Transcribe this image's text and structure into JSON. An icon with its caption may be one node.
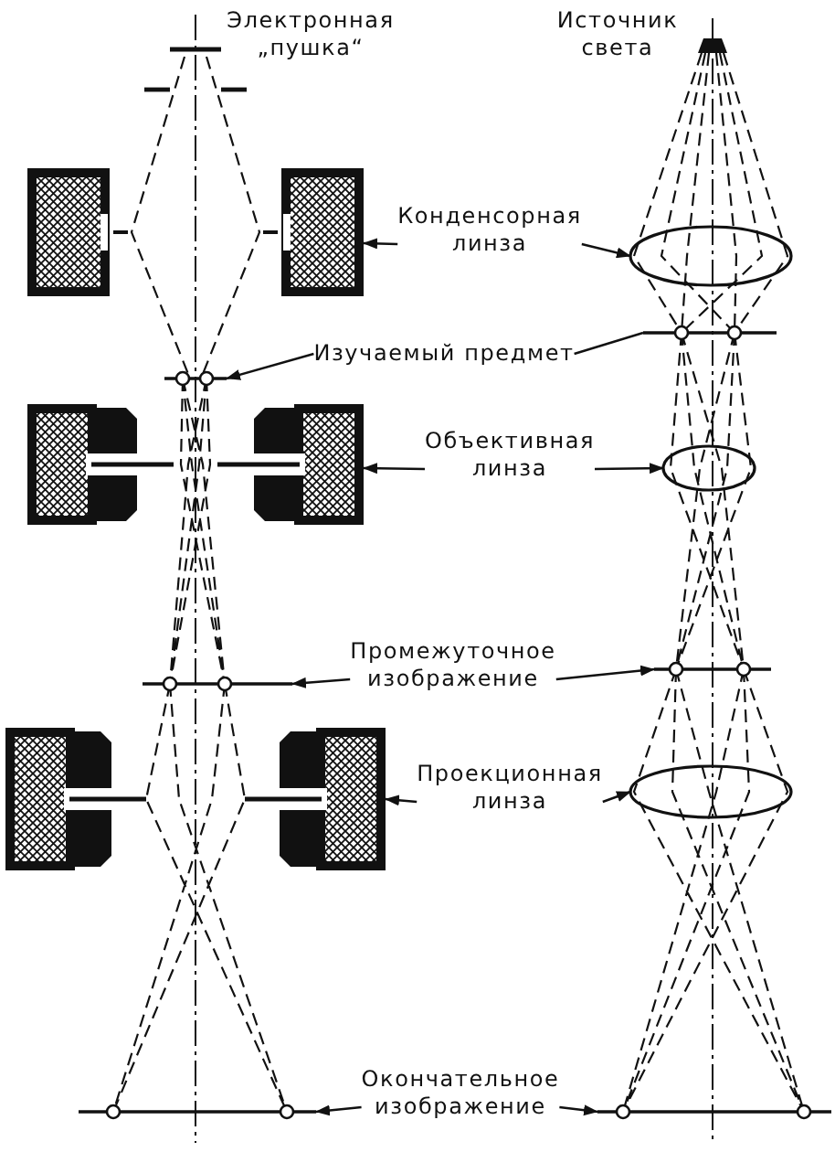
{
  "diagram": {
    "nodes": [
      {
        "text": [],
        "shape": "picture"
      },
      {
        "text": [
          "Конденсорная линза"
        ]
      },
      {
        "text": [],
        "shape": "ellipse"
      },
      {
        "text": [],
        "shape": "line"
      },
      {
        "text": [
          "Изучаемый предмет"
        ]
      },
      {
        "text": [],
        "shape": "line"
      },
      {
        "text": [],
        "shape": "picture"
      },
      {
        "text": [
          "Объективная линза"
        ]
      },
      {
        "text": [],
        "shape": "ellipse"
      },
      {
        "text": [],
        "shape": "line"
      },
      {
        "text": [
          "Промежуточное изображение"
        ]
      },
      {
        "text": [],
        "shape": "line"
      },
      {
        "text": [],
        "shape": "picture"
      },
      {
        "text": [
          "Проекционная линза"
        ]
      },
      {
        "text": [],
        "shape": "ellipse"
      },
      {
        "text": [],
        "shape": "line"
      },
      {
        "text": [
          "Окончательное изображение"
        ]
      },
      {
        "text": [],
        "shape": "line"
      }
    ],
    "edges": [
      {
        "from": 1,
        "to": 0,
        "arrow": "to"
      },
      {
        "from": 1,
        "to": 2,
        "arrow": "to"
      },
      {
        "from": 4,
        "to": 3,
        "arrow": "to"
      },
      {
        "from": 4,
        "to": 5,
        "arrow": "none"
      },
      {
        "from": 7,
        "to": 6,
        "arrow": "to"
      },
      {
        "from": 7,
        "to": 8,
        "arrow": "to"
      },
      {
        "from": 10,
        "to": 9,
        "arrow": "to"
      },
      {
        "from": 10,
        "to": 11,
        "arrow": "to"
      },
      {
        "from": 13,
        "to": 12,
        "arrow": "to"
      },
      {
        "from": 13,
        "to": 14,
        "arrow": "to"
      },
      {
        "from": 16,
        "to": 15,
        "arrow": "to"
      },
      {
        "from": 16,
        "to": 17,
        "arrow": "to"
      }
    ],
    "labels": [
      "Электронная „пушка“",
      "Источник света"
    ]
  }
}
